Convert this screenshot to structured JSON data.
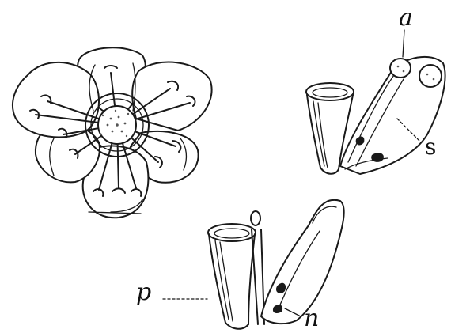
{
  "labels": {
    "a": "a",
    "s": "s",
    "p": "p",
    "n": "n"
  },
  "colors": {
    "ink": "#1a1a1a",
    "paper": "#ffffff"
  }
}
